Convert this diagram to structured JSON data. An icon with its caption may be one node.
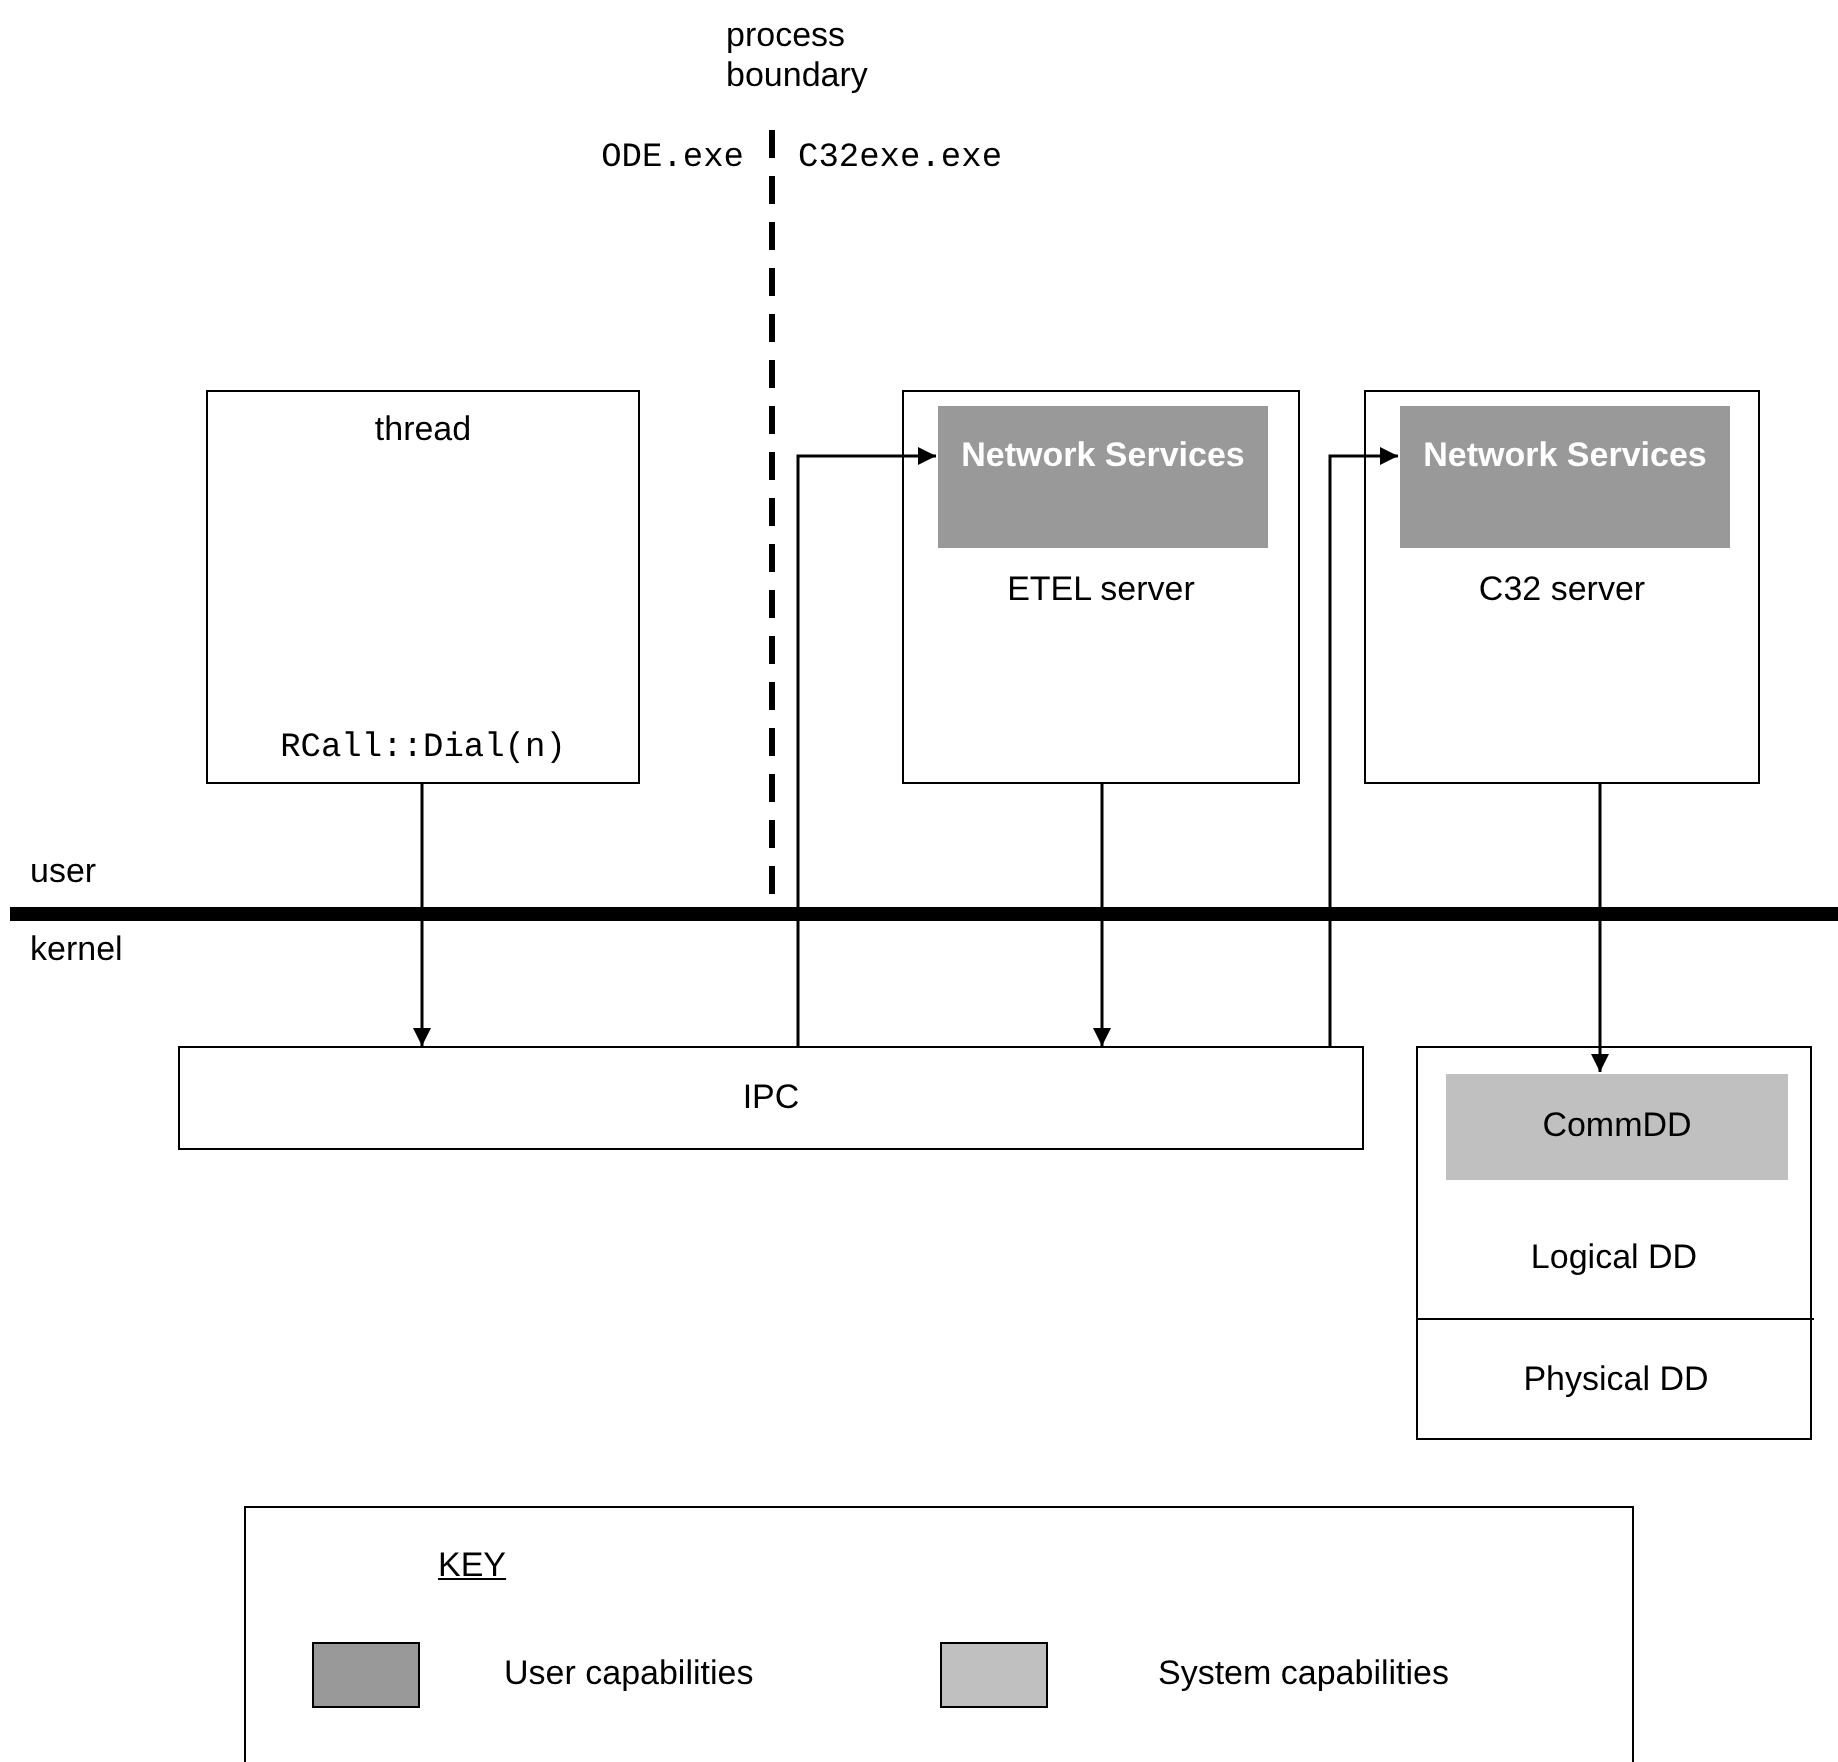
{
  "diagram": {
    "nodes": [
      {
        "text": [
          "thread",
          "RCall::Dial(n)"
        ]
      },
      {
        "text": [
          "ETEL server"
        ]
      },
      {
        "text": [
          "Network Services"
        ],
        "in": 1
      },
      {
        "text": [
          "C32 server"
        ]
      },
      {
        "text": [
          "Network Services"
        ],
        "in": 3
      },
      {
        "text": [
          "IPC"
        ]
      },
      {
        "text": [
          "Logical DD"
        ]
      },
      {
        "text": [
          "CommDD"
        ],
        "in": 6
      },
      {
        "text": [
          "Physical DD"
        ],
        "in": 6
      }
    ],
    "edges": [
      {
        "from": 0,
        "to": 5,
        "arrow": "to"
      },
      {
        "from": 5,
        "to": 2,
        "arrow": "to"
      },
      {
        "from": 1,
        "to": 5,
        "arrow": "to"
      },
      {
        "from": 5,
        "to": 4,
        "arrow": "to"
      },
      {
        "from": 3,
        "to": 7,
        "arrow": "to"
      }
    ],
    "labels": [
      "process boundary",
      "ODE.exe",
      "C32exe.exe",
      "user",
      "kernel",
      "KEY"
    ],
    "legend": [
      {
        "text": "User capabilities",
        "color": "#999999"
      },
      {
        "text": "System capabilities",
        "color": "#c0c0c0"
      }
    ]
  }
}
